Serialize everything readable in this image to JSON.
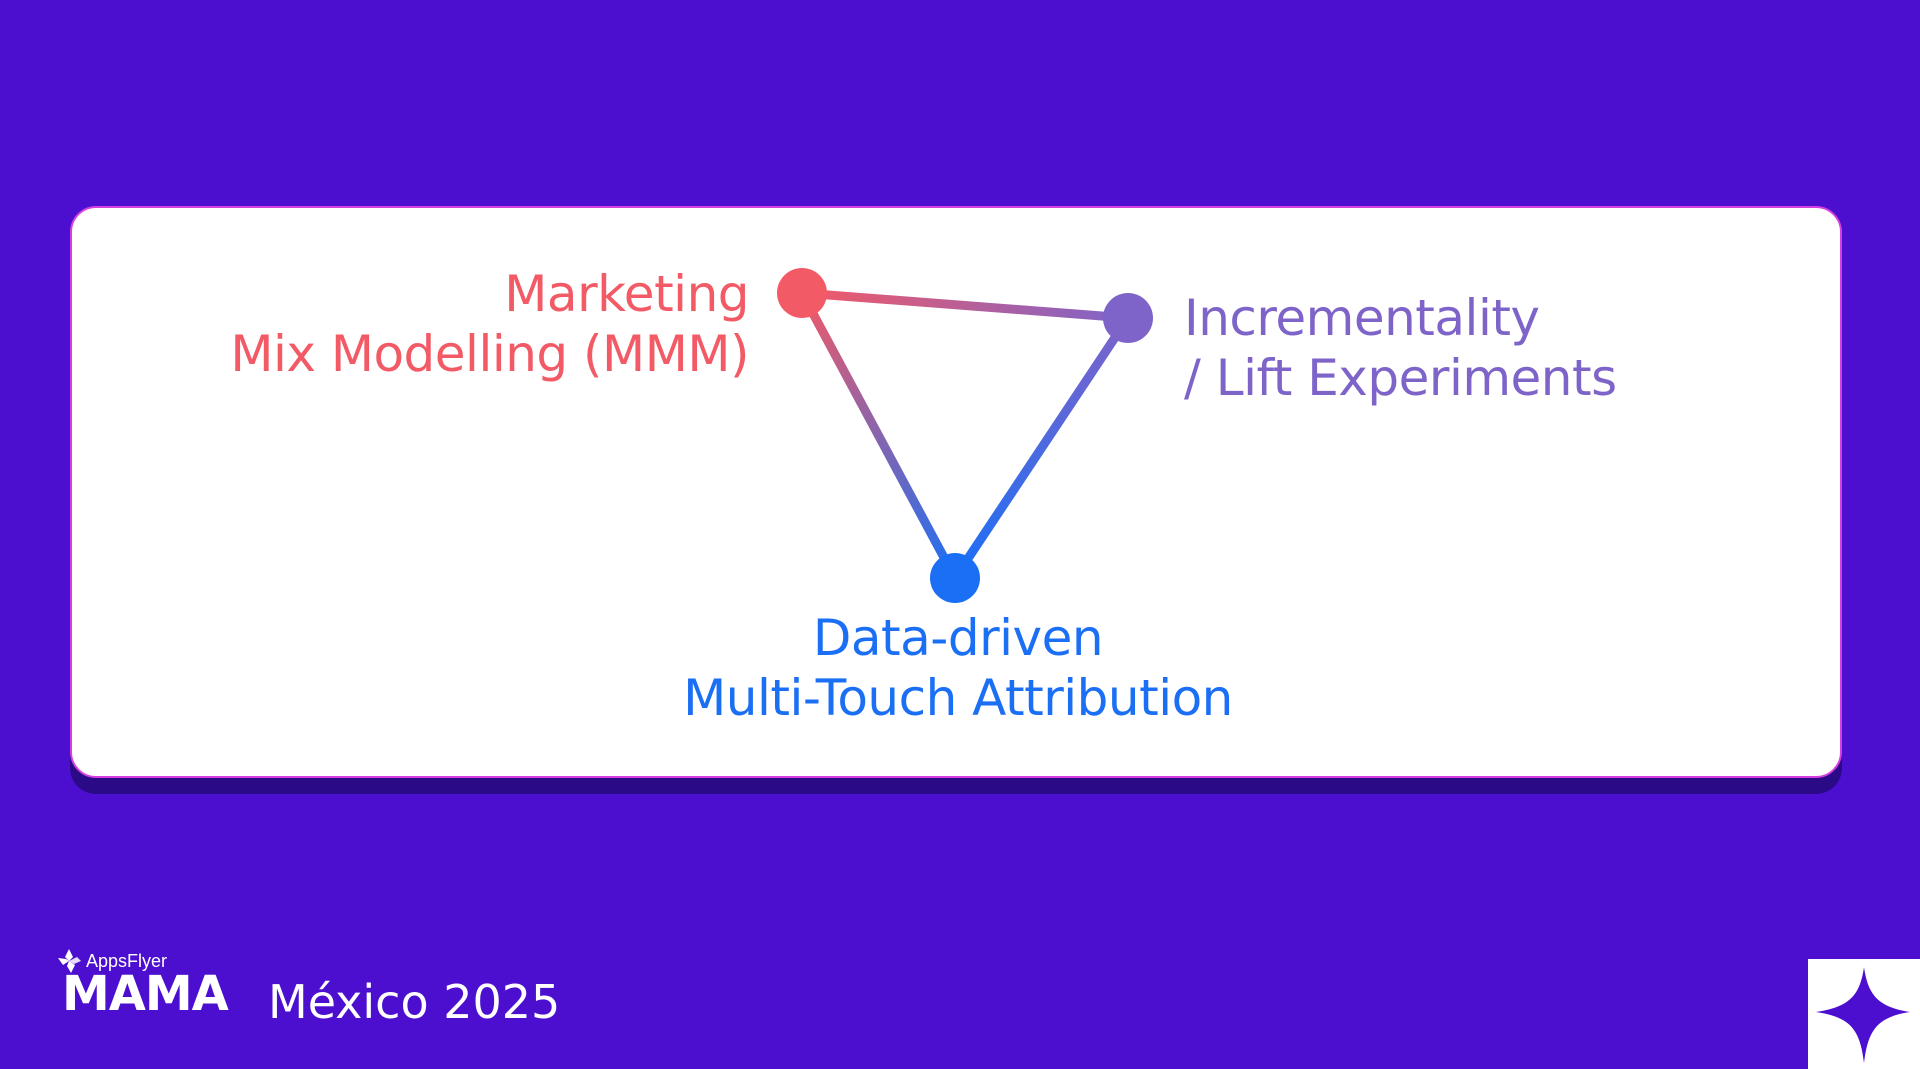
{
  "nodes": {
    "mmm": {
      "line1": "Marketing",
      "line2": "Mix Modelling (MMM)",
      "color": "#f25a66"
    },
    "incrementality": {
      "line1": "Incrementality",
      "line2": "/ Lift Experiments",
      "color": "#7e64c9"
    },
    "mta": {
      "line1": "Data-driven",
      "line2": "Multi-Touch Attribution",
      "color": "#1b6ff5"
    }
  },
  "colors": {
    "background": "#4c0fcf",
    "card": "#ffffff",
    "card_border": "#d53ee0"
  },
  "footer": {
    "appsflyer": "AppsFlyer",
    "mama": "MAMA",
    "event": "México 2025"
  },
  "icons": {
    "corner": "four-point-star-icon",
    "brand": "appsflyer-logo-icon"
  }
}
